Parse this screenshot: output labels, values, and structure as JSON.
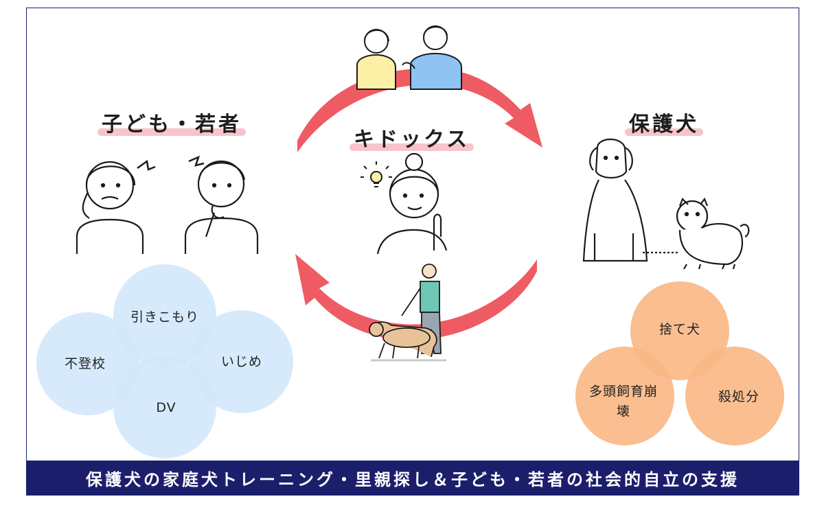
{
  "headings": {
    "youth": "子ども・若者",
    "kidox": "キドックス",
    "dogs": "保護犬"
  },
  "youth_issues": [
    "引きこもり",
    "不登校",
    "いじめ",
    "DV"
  ],
  "dog_issues": [
    "捨て犬",
    "多頭飼育崩壊",
    "殺処分"
  ],
  "banner": "保護犬の家庭犬トレーニング・里親探し＆子ども・若者の社会的自立の支援",
  "colors": {
    "arrow": "#ef5b63",
    "blue_circle": "#d3e8fb",
    "orange_circle": "#f9b784",
    "banner": "#1b1f6b",
    "highlight": "#f6c5cb"
  },
  "icons": [
    "confused-girl-icon",
    "worried-boy-icon",
    "talking-kids-icon",
    "woman-idea-icon",
    "guide-dog-walker-icon",
    "sitting-dog-icon",
    "small-dog-icon",
    "lightbulb-icon"
  ]
}
